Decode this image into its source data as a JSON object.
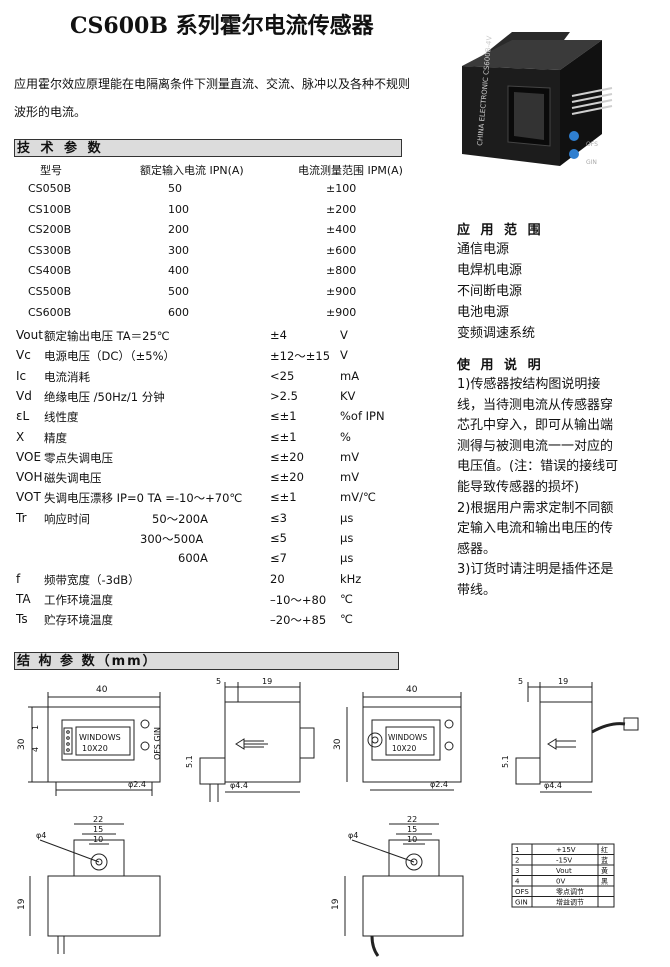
{
  "title": "CS600B 系列霍尔电流传感器",
  "intro": "应用霍尔效应原理能在电隔离条件下测量直流、交流、脉冲以及各种不规则波形的电流。",
  "tech": {
    "section_title": "技 术 参 数",
    "headers": [
      "型号",
      "额定输入电流 IPN(A)",
      "电流测量范围 IPM(A)"
    ],
    "models": [
      {
        "model": "CS050B",
        "ipn": "50",
        "ipm": "±100"
      },
      {
        "model": "CS100B",
        "ipn": "100",
        "ipm": "±200"
      },
      {
        "model": "CS200B",
        "ipn": "200",
        "ipm": "±400"
      },
      {
        "model": "CS300B",
        "ipn": "300",
        "ipm": "±600"
      },
      {
        "model": "CS400B",
        "ipn": "400",
        "ipm": "±800"
      },
      {
        "model": "CS500B",
        "ipn": "500",
        "ipm": "±900"
      },
      {
        "model": "CS600B",
        "ipn": "600",
        "ipm": "±900"
      }
    ],
    "params": [
      {
        "sym": "Vout",
        "name": "额定输出电压  TA＝25℃",
        "value": "±4",
        "unit": "V"
      },
      {
        "sym": "Vc",
        "name": "电源电压（DC）（±5%）",
        "value": "±12～±15",
        "unit": "V"
      },
      {
        "sym": "Ic",
        "name": "电流消耗",
        "value": "<25",
        "unit": "mA"
      },
      {
        "sym": "Vd",
        "name": "绝缘电压    /50Hz/1 分钟",
        "value": ">2.5",
        "unit": "KV"
      },
      {
        "sym": "εL",
        "name": "线性度",
        "value": "≤±1",
        "unit": "%of IPN"
      },
      {
        "sym": "X",
        "name": "精度",
        "value": "≤±1",
        "unit": "%"
      },
      {
        "sym": "VOE",
        "name": "零点失调电压",
        "value": "≤±20",
        "unit": "mV"
      },
      {
        "sym": "VOH",
        "name": "磁失调电压",
        "value": "≤±20",
        "unit": "mV"
      },
      {
        "sym": "VOT",
        "name": "失调电压漂移 IP=0 TA =-10～+70℃",
        "value": "≤±1",
        "unit": "mV/℃"
      },
      {
        "sym": "Tr",
        "name": "响应时间",
        "cond": "50～200A",
        "value": "≤3",
        "unit": "μs"
      },
      {
        "sym": "",
        "name": "",
        "cond": "300～500A",
        "value": "≤5",
        "unit": "μs"
      },
      {
        "sym": "",
        "name": "",
        "cond": "600A",
        "value": "≤7",
        "unit": "μs"
      },
      {
        "sym": "f",
        "name": "频带宽度（-3dB）",
        "value": "20",
        "unit": "kHz"
      },
      {
        "sym": "TA",
        "name": "工作环境温度",
        "value": "–10～+80",
        "unit": "℃"
      },
      {
        "sym": "Ts",
        "name": "贮存环境温度",
        "value": "–20～+85",
        "unit": "℃"
      }
    ]
  },
  "application": {
    "title": "应 用 范 围",
    "items": [
      "通信电源",
      "电焊机电源",
      "不间断电源",
      "电池电源",
      "变频调速系统"
    ]
  },
  "usage": {
    "title": "使 用 说 明",
    "text": "1)传感器按结构图说明接线，当待测电流从传感器穿芯孔中穿入，即可从输出端测得与被测电流一一对应的电压值。(注：错误的接线可能导致传感器的损坏)\n2)根据用户需求定制不同额定输入电流和输出电压的传感器。\n3)订货时请注明是插件还是带线。"
  },
  "structure": {
    "section_title": "结 构 参 数（mm）",
    "dims": {
      "w40": "40",
      "h30": "30",
      "d4": "4",
      "d1": "1",
      "d5": "5",
      "d19": "19",
      "d51": "5.1",
      "phi24": "φ2.4",
      "phi44": "φ4.4",
      "d22": "22",
      "d15": "15",
      "d10": "10",
      "phi4": "φ4",
      "d19b": "19"
    },
    "label_window": "WINDOWS",
    "label_size": "10X20",
    "label_ofs": "OFS",
    "label_gin": "GIN",
    "pin_table": [
      {
        "pin": "1",
        "desc": "+15V",
        "color": "红"
      },
      {
        "pin": "2",
        "desc": "-15V",
        "color": "蓝"
      },
      {
        "pin": "3",
        "desc": "Vout",
        "color": "黄"
      },
      {
        "pin": "4",
        "desc": "0V",
        "color": "黑"
      },
      {
        "pin": "OFS",
        "desc": "零点调节",
        "color": ""
      },
      {
        "pin": "GIN",
        "desc": "增益调节",
        "color": ""
      }
    ]
  },
  "photo": {
    "label": "CHINA ELECTRONIC CS600B-4V"
  }
}
